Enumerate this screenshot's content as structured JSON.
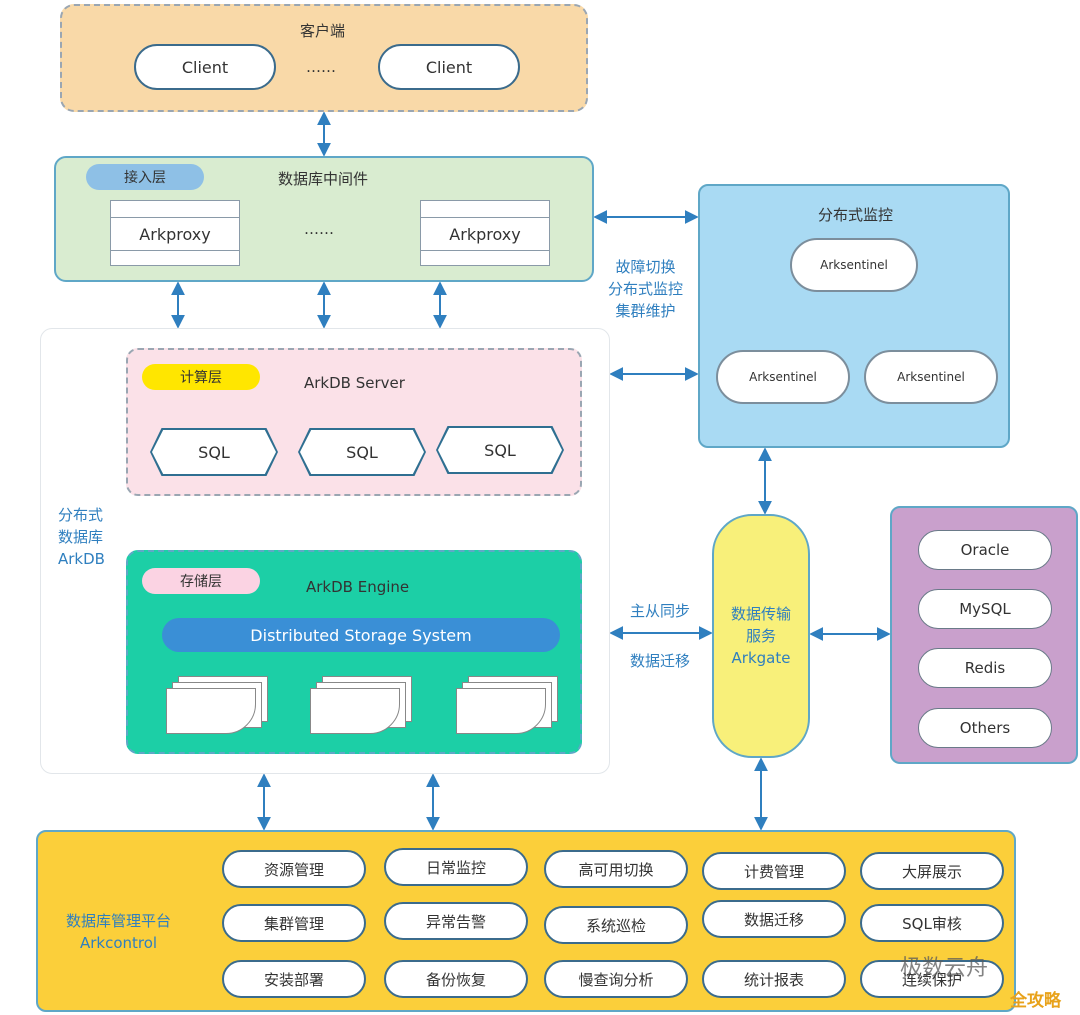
{
  "client": {
    "title": "客户端",
    "items": [
      "Client",
      "Client"
    ],
    "ellipsis": "……"
  },
  "middleware": {
    "tag": "接入层",
    "title": "数据库中间件",
    "items": [
      "Arkproxy",
      "Arkproxy"
    ],
    "ellipsis": "……"
  },
  "arkdb": {
    "side_label": [
      "分布式",
      "数据库",
      "ArkDB"
    ],
    "server": {
      "tag": "计算层",
      "title": "ArkDB Server",
      "items": [
        "SQL",
        "SQL",
        "SQL"
      ]
    },
    "engine": {
      "tag": "存储层",
      "title": "ArkDB Engine",
      "bar": "Distributed Storage System"
    }
  },
  "monitor": {
    "title": "分布式监控",
    "nodes": [
      "Arksentinel",
      "Arksentinel",
      "Arksentinel"
    ],
    "link_label": [
      "故障切换",
      "分布式监控",
      "集群维护"
    ]
  },
  "gate": {
    "label": [
      "数据传输",
      "服务",
      "Arkgate"
    ],
    "link_label": [
      "主从同步",
      "数据迁移"
    ]
  },
  "databases": [
    "Oracle",
    "MySQL",
    "Redis",
    "Others"
  ],
  "platform": {
    "label": [
      "数据库管理平台",
      "Arkcontrol"
    ],
    "rows": [
      [
        "资源管理",
        "日常监控",
        "高可用切换",
        "计费管理",
        "大屏展示"
      ],
      [
        "集群管理",
        "异常告警",
        "系统巡检",
        "数据迁移",
        "SQL审核"
      ],
      [
        "安装部署",
        "备份恢复",
        "慢查询分析",
        "统计报表",
        "连续保护"
      ]
    ]
  },
  "watermark": {
    "text": "极数云舟",
    "corner": "全攻略"
  },
  "colors": {
    "client_bg": "#f9d9a8",
    "middleware_bg": "#d9ecd0",
    "server_bg": "#fbe1e8",
    "engine_bg": "#1ccfa6",
    "monitor_bg": "#a9daf3",
    "gate_bg": "#f8f07a",
    "db_bg": "#c9a0cc",
    "platform_bg": "#fbcf3a",
    "link_text": "#2f7fbf",
    "arrow": "#2f7fbf"
  }
}
